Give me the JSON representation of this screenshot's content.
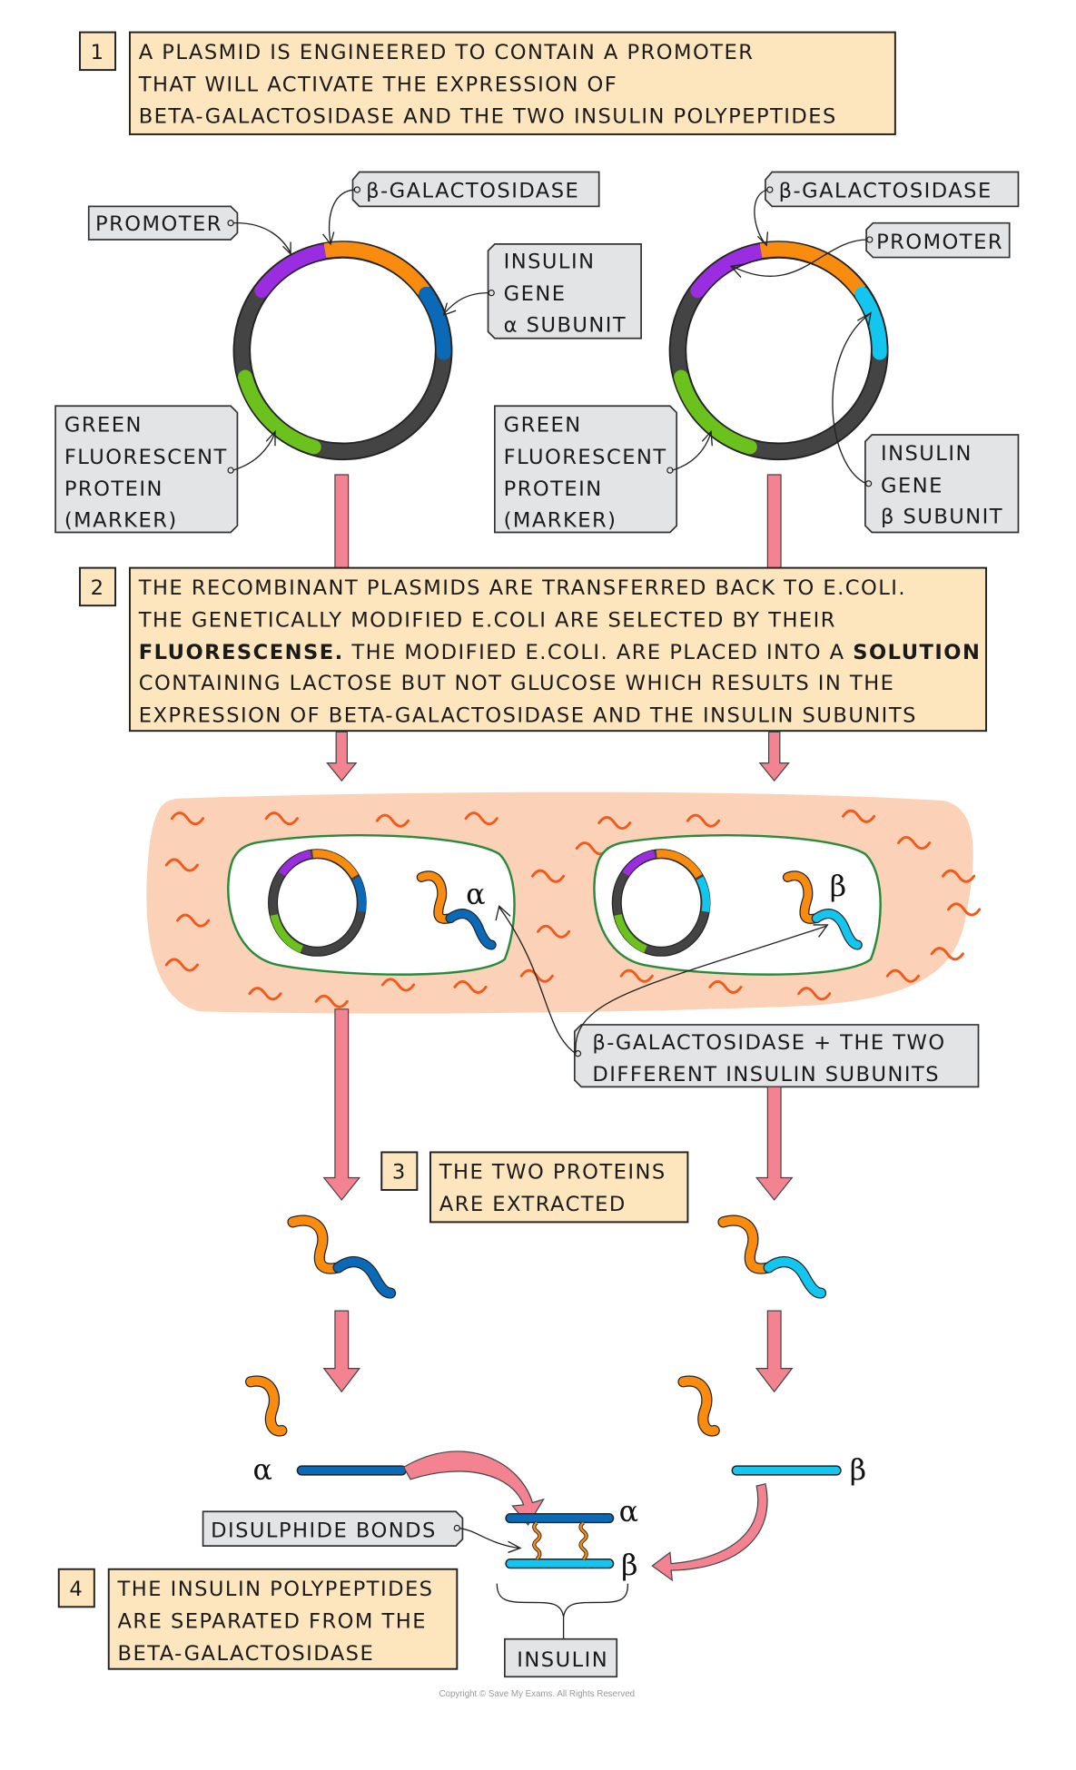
{
  "steps": [
    {
      "number": "1",
      "lines": [
        "A PLASMID IS ENGINEERED TO CONTAIN A PROMOTER",
        "THAT WILL ACTIVATE THE EXPRESSION OF",
        "BETA-GALACTOSIDASE AND THE TWO INSULIN POLYPEPTIDES"
      ]
    },
    {
      "number": "2",
      "lines": [
        "THE RECOMBINANT PLASMIDS ARE TRANSFERRED BACK TO E.COLI.",
        "THE GENETICALLY MODIFIED E.COLI ARE SELECTED BY THEIR",
        "",
        "CONTAINING LACTOSE BUT NOT GLUCOSE WHICH RESULTS IN THE",
        "EXPRESSION OF BETA-GALACTOSIDASE AND THE INSULIN SUBUNITS"
      ],
      "line3": {
        "bold_start": "FLUORESCENSE.",
        "middle": " THE MODIFIED E.COLI. ARE PLACED INTO A ",
        "bold_end": "SOLUTION"
      }
    },
    {
      "number": "3",
      "lines": [
        "THE TWO PROTEINS",
        "ARE EXTRACTED"
      ]
    },
    {
      "number": "4",
      "lines": [
        "THE INSULIN POLYPEPTIDES",
        "ARE SEPARATED FROM THE",
        "BETA-GALACTOSIDASE"
      ]
    }
  ],
  "plasmid_left": {
    "labels": {
      "promoter": "PROMOTER",
      "beta_gal": "β-GALACTOSIDASE",
      "insulin": [
        "INSULIN",
        "GENE",
        "α SUBUNIT"
      ],
      "gfp": [
        "GREEN",
        "FLUORESCENT",
        "PROTEIN",
        "(MARKER)"
      ]
    }
  },
  "plasmid_right": {
    "labels": {
      "promoter": "PROMOTER",
      "beta_gal": "β-GALACTOSIDASE",
      "insulin": [
        "INSULIN",
        "GENE",
        "β SUBUNIT"
      ],
      "gfp": [
        "GREEN",
        "FLUORESCENT",
        "PROTEIN",
        "(MARKER)"
      ]
    }
  },
  "ecoli": {
    "alpha_symbol": "α",
    "beta_symbol": "β",
    "callout": [
      "β-GALACTOSIDASE + THE TWO",
      "DIFFERENT INSULIN SUBUNITS"
    ]
  },
  "assembly": {
    "alpha_symbol": "α",
    "beta_symbol": "β",
    "disulphide_label": "DISULPHIDE BONDS",
    "insulin_label": "INSULIN"
  },
  "colors": {
    "promoter": "#9b2de0",
    "beta_gal": "#f98b0f",
    "alpha": "#0a6ab7",
    "beta": "#12c6f0",
    "gfp": "#6cc21c",
    "backbone": "#444444",
    "medium": "#fbd2b7",
    "cell_wall": "#2a8a3c",
    "arrow": "#f38390",
    "step_fill": "#fde6bd",
    "tag_fill": "#e3e4e6"
  },
  "copyright": "Copyright © Save My Exams. All Rights Reserved"
}
